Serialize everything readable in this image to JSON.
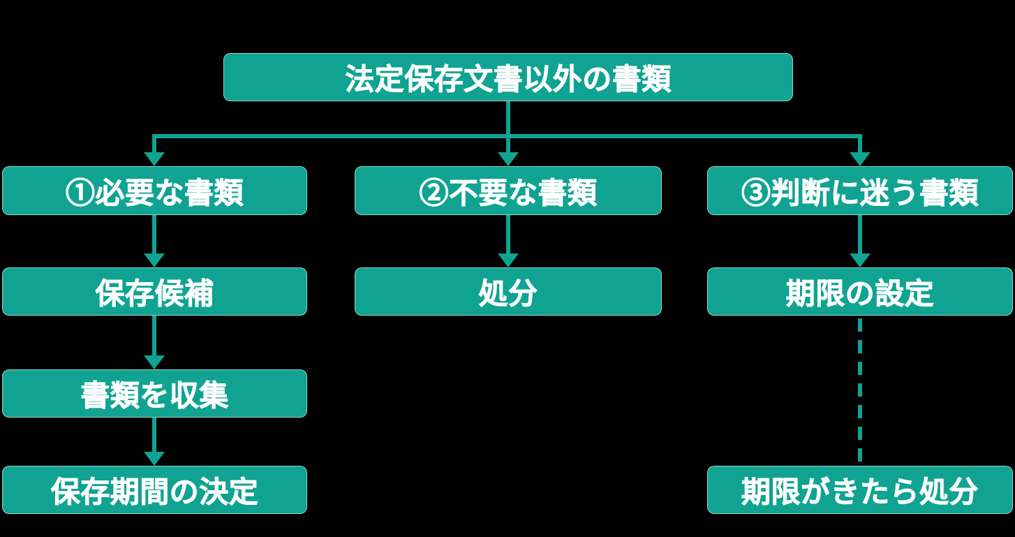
{
  "colors": {
    "accent": "#10A392",
    "text": "#FFFFFF",
    "background": "#000000"
  },
  "flowchart": {
    "root": {
      "label": "法定保存文書以外の書類"
    },
    "col1": [
      {
        "label": "①必要な書類"
      },
      {
        "label": "保存候補"
      },
      {
        "label": "書類を収集"
      },
      {
        "label": "保存期間の決定"
      }
    ],
    "col2": [
      {
        "label": "②不要な書類"
      },
      {
        "label": "処分"
      }
    ],
    "col3": [
      {
        "label": "③判断に迷う書類"
      },
      {
        "label": "期限の設定"
      },
      {
        "label": "期限がきたら処分"
      }
    ]
  }
}
